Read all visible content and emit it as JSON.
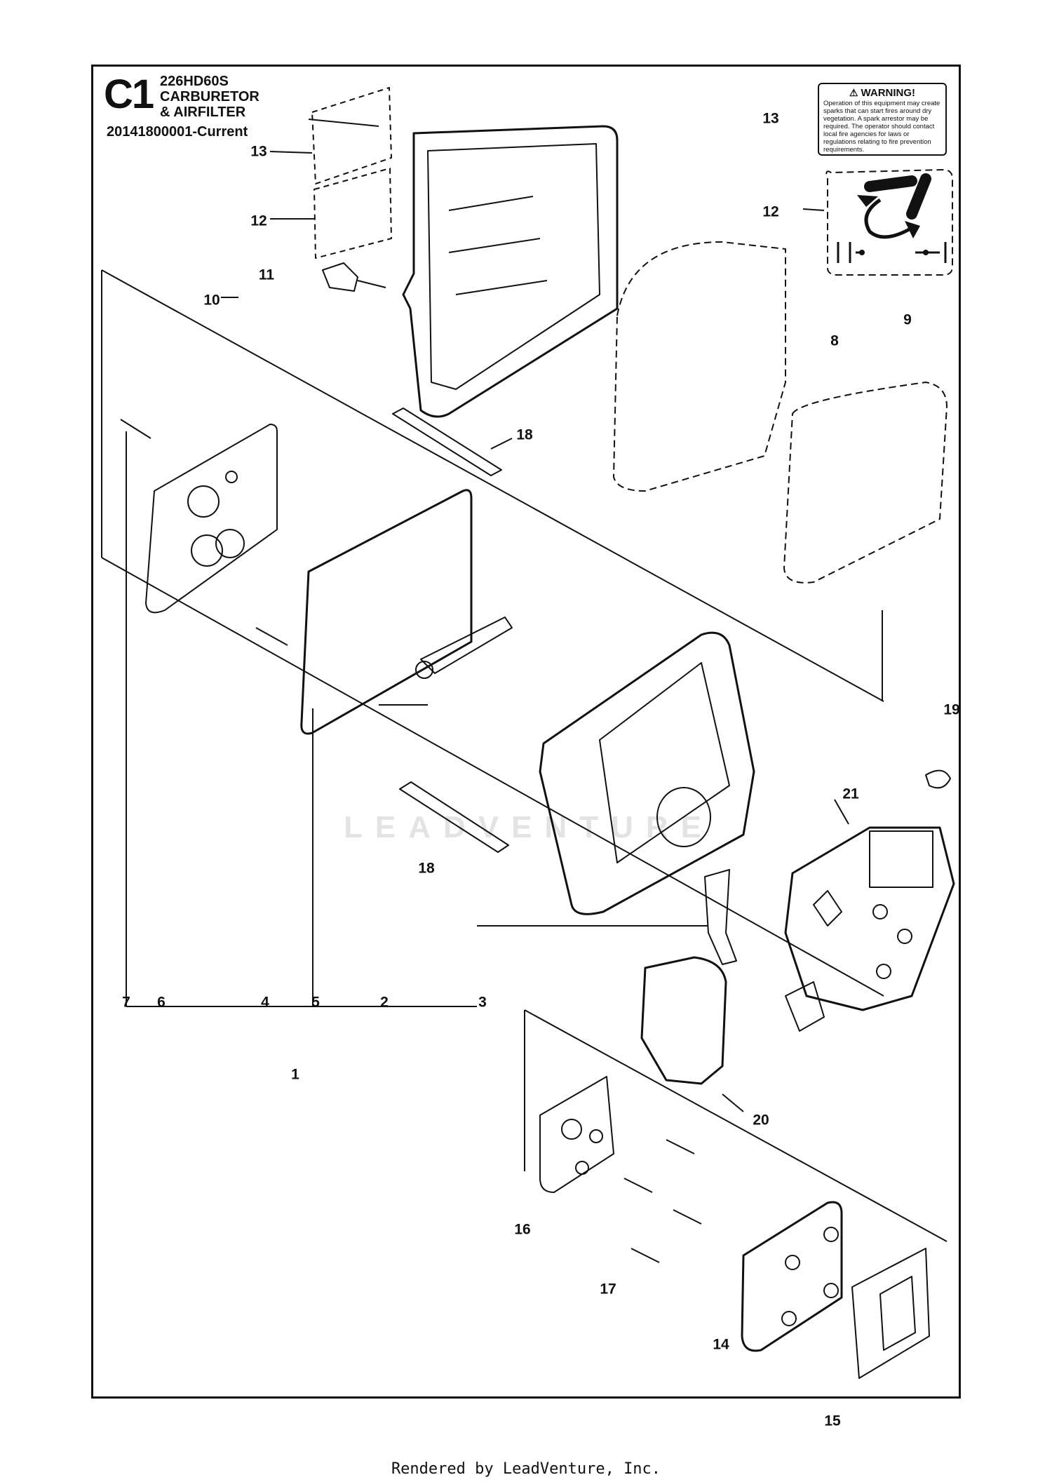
{
  "header": {
    "sheet_code": "C1",
    "model": "226HD60S",
    "title_line1": "CARBURETOR",
    "title_line2": "& AIRFILTER",
    "revision": "20141800001-Current"
  },
  "warning_label": {
    "title": "WARNING!",
    "text": "Operation of this equipment may create sparks that can start fires around dry vegetation. A spark arrestor may be required. The operator should contact local fire agencies for laws or regulations relating to fire prevention requirements."
  },
  "callouts": [
    {
      "id": "13",
      "ref": "warning-decal"
    },
    {
      "id": "13",
      "ref": "decal-left"
    },
    {
      "id": "12",
      "ref": "choke-decal"
    },
    {
      "id": "12",
      "ref": "decal-left"
    },
    {
      "id": "11",
      "ref": "knob"
    },
    {
      "id": "10",
      "ref": "cover"
    },
    {
      "id": "8",
      "ref": "prefilter"
    },
    {
      "id": "9",
      "ref": "filter-element"
    },
    {
      "id": "18",
      "ref": "pin-upper"
    },
    {
      "id": "19",
      "ref": "housing"
    },
    {
      "id": "21",
      "ref": "carburetor"
    },
    {
      "id": "18",
      "ref": "pin-lower"
    },
    {
      "id": "7",
      "ref": "screw"
    },
    {
      "id": "6",
      "ref": "plate"
    },
    {
      "id": "4",
      "ref": "screw-2"
    },
    {
      "id": "5",
      "ref": "gasket"
    },
    {
      "id": "2",
      "ref": "lever"
    },
    {
      "id": "3",
      "ref": "link"
    },
    {
      "id": "1",
      "ref": "assembly"
    },
    {
      "id": "20",
      "ref": "fuel-pump-cover"
    },
    {
      "id": "16",
      "ref": "gasket-2"
    },
    {
      "id": "17",
      "ref": "bolts"
    },
    {
      "id": "14",
      "ref": "intake"
    },
    {
      "id": "15",
      "ref": "gasket-3"
    }
  ],
  "watermark": "LEADVENTURE",
  "footer": "Rendered by LeadVenture, Inc."
}
